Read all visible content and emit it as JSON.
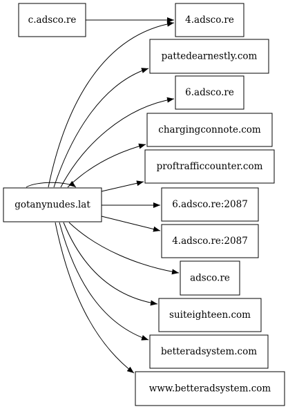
{
  "nodes": {
    "c_adsco_re": "c.adsco.re",
    "gotanynudes_lat": "gotanynudes.lat",
    "n_4_adsco_re": "4.adsco.re",
    "pattedearnestly_com": "pattedearnestly.com",
    "n_6_adsco_re": "6.adsco.re",
    "chargingconnote_com": "chargingconnote.com",
    "proftrafficcounter_com": "proftrafficcounter.com",
    "n_6_adsco_re_2087": "6.adsco.re:2087",
    "n_4_adsco_re_2087": "4.adsco.re:2087",
    "adsco_re": "adsco.re",
    "suiteighteen_com": "suiteighteen.com",
    "betteradsystem_com": "betteradsystem.com",
    "www_betteradsystem_com": "www.betteradsystem.com"
  },
  "edges": [
    {
      "from": "c.adsco.re",
      "to": "4.adsco.re"
    },
    {
      "from": "gotanynudes.lat",
      "to": "gotanynudes.lat"
    },
    {
      "from": "gotanynudes.lat",
      "to": "4.adsco.re"
    },
    {
      "from": "gotanynudes.lat",
      "to": "pattedearnestly.com"
    },
    {
      "from": "gotanynudes.lat",
      "to": "6.adsco.re"
    },
    {
      "from": "gotanynudes.lat",
      "to": "chargingconnote.com"
    },
    {
      "from": "gotanynudes.lat",
      "to": "proftrafficcounter.com"
    },
    {
      "from": "gotanynudes.lat",
      "to": "6.adsco.re:2087"
    },
    {
      "from": "gotanynudes.lat",
      "to": "4.adsco.re:2087"
    },
    {
      "from": "gotanynudes.lat",
      "to": "adsco.re"
    },
    {
      "from": "gotanynudes.lat",
      "to": "suiteighteen.com"
    },
    {
      "from": "gotanynudes.lat",
      "to": "betteradsystem.com"
    },
    {
      "from": "gotanynudes.lat",
      "to": "www.betteradsystem.com"
    }
  ]
}
